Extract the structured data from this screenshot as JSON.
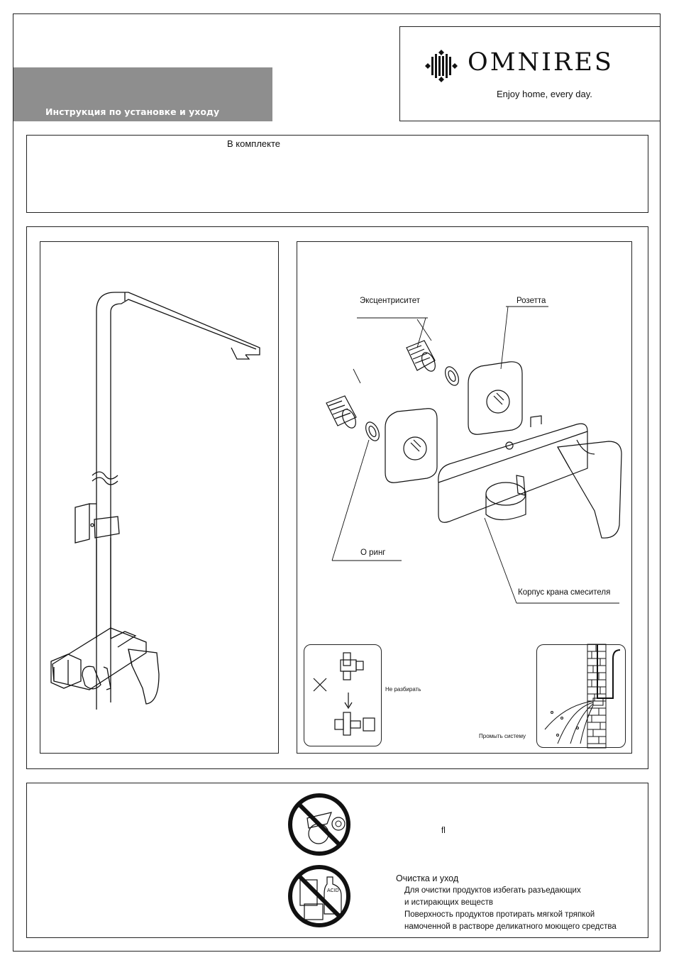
{
  "header": {
    "doc_title": "Инструкция по установке и уходу",
    "brand_name": "OMNIRES",
    "tagline": "Enjoy home, every day."
  },
  "contents": {
    "title": "В комплекте"
  },
  "parts": {
    "eccentric": "Эксцентриситет",
    "rosette": "Розетта",
    "o_ring": "О ринг",
    "body": "Корпус крана смесителя"
  },
  "warnings": {
    "do_not_disassemble": "Не разбирать",
    "flush_system": "Промыть систему",
    "stray_char": "fl"
  },
  "care": {
    "title": "Очистка и уход",
    "line1": "Для очистки продуктов избегать разъедающих",
    "line2": "и истирающих веществ",
    "line3": "Поверхность продуктов протирать мягкой тряпкой",
    "line4": "намоченной в растворе деликатного моющего средства",
    "acid_label": "ACID"
  }
}
